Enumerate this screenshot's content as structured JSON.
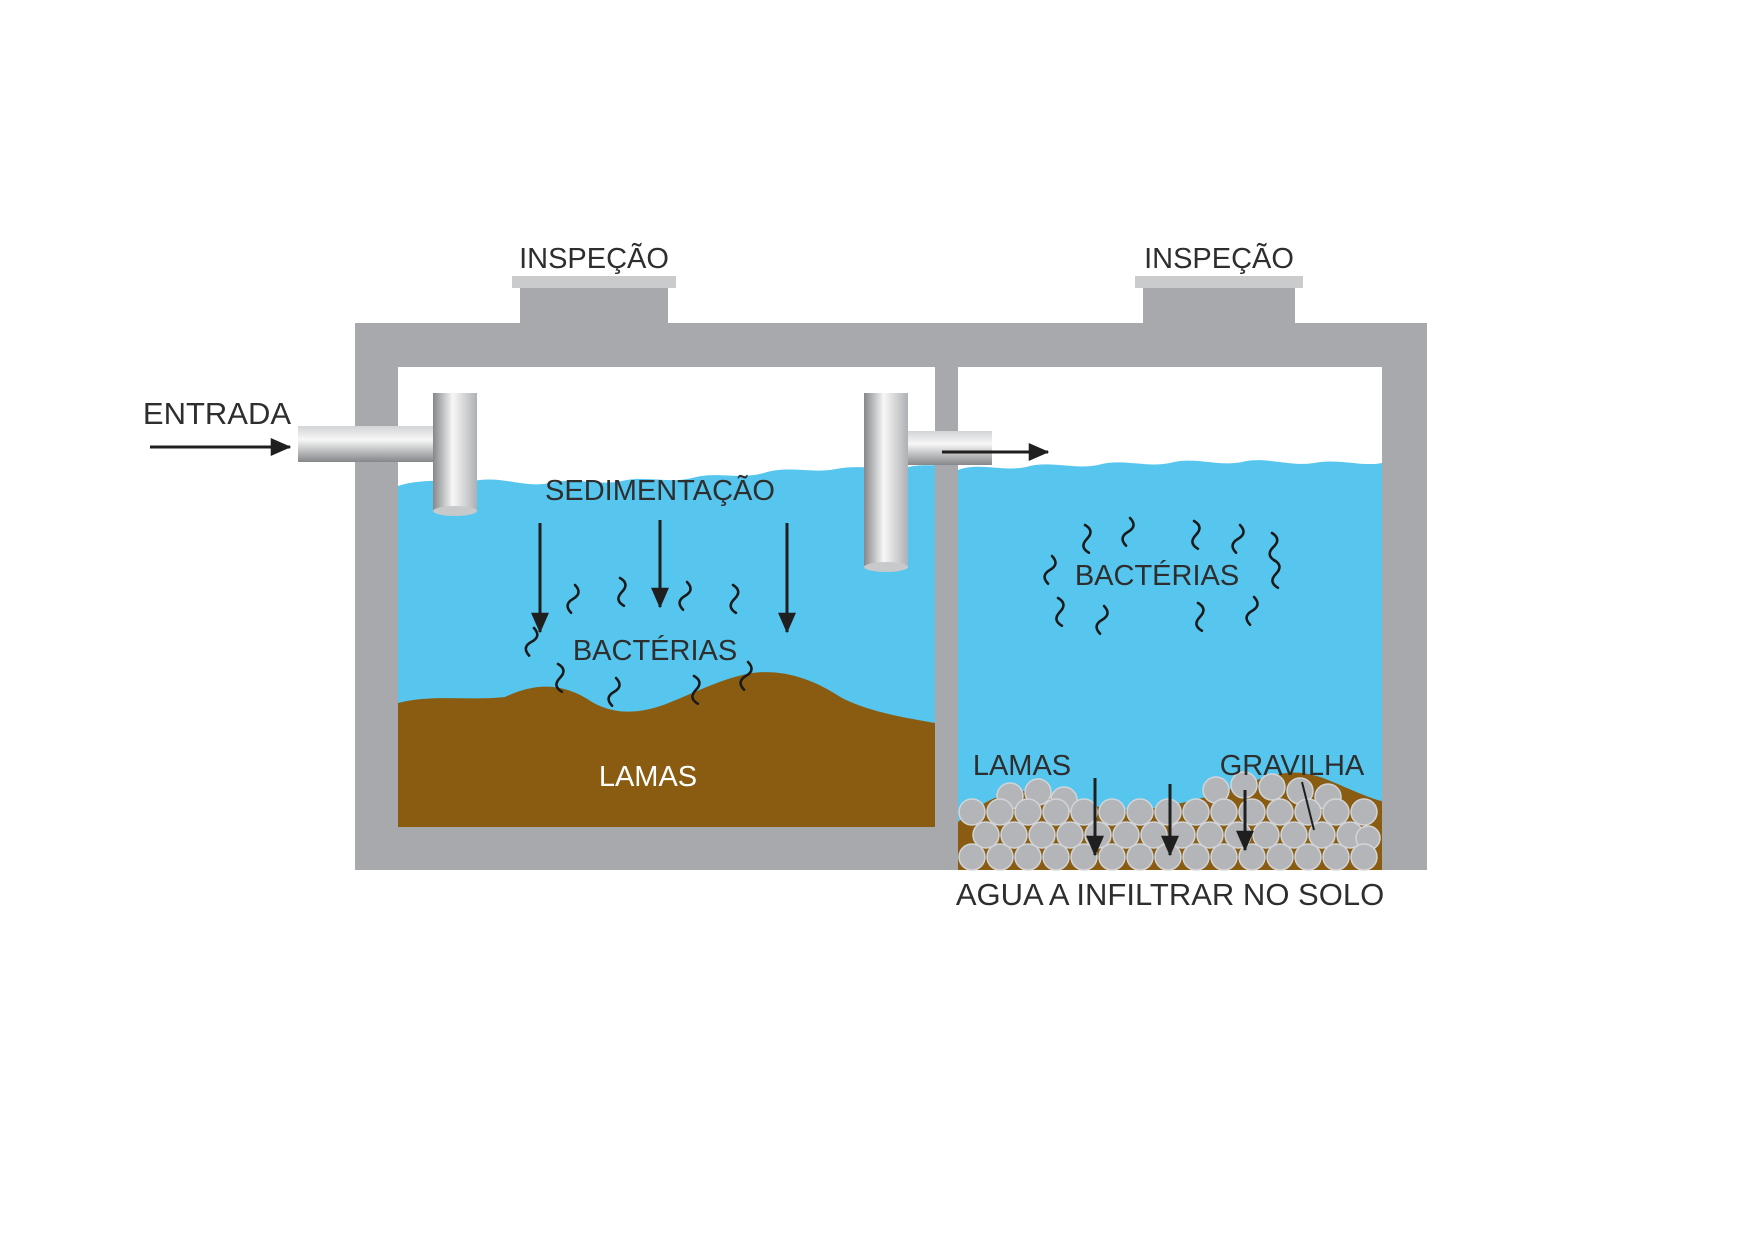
{
  "diagram": {
    "type": "septic-tank-cross-section",
    "labels": {
      "inspection": "INSPEÇÃO",
      "entry": "ENTRADA",
      "sedimentation": "SEDIMENTAÇÃO",
      "bacteria": "BACTÉRIAS",
      "sludge": "LAMAS",
      "gravel": "GRAVILHA",
      "infiltration": "AGUA A INFILTRAR NO SOLO"
    },
    "colors": {
      "tank_gray": "#a7a9ac",
      "hatch_lip_gray": "#c9cbcd",
      "water_blue": "#56c6ef",
      "sludge_brown": "#8a5c12",
      "gravel_gray": "#b3b5b8",
      "pipe_cap_gray": "#c7c9cb",
      "text": "#2e2e2e"
    }
  }
}
